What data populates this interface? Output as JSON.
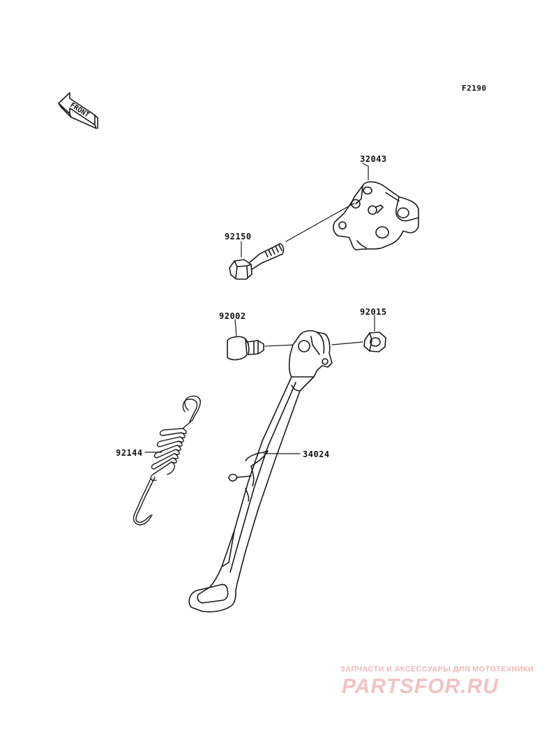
{
  "diagram": {
    "code": "F2190",
    "front_label": "FRONT",
    "parts": {
      "bracket": "32043",
      "bolt": "92150",
      "pivot_bolt": "92002",
      "nut": "92015",
      "spring": "92144",
      "stand": "34024"
    }
  },
  "watermark": {
    "tagline": "ЗАПЧАСТИ И АКСЕССУАРЫ ДЛЯ МОТОТЕХНИКИ",
    "logo": "PARTSFOR.RU"
  },
  "colors": {
    "line": "#1a1a1a",
    "watermark": "#f3c2c2"
  }
}
